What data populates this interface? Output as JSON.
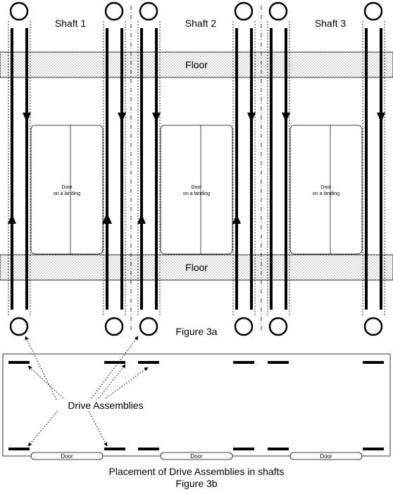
{
  "figure3a": {
    "shafts": [
      {
        "label": "Shaft 1",
        "door_line1": "Door",
        "door_line2": "on a landing"
      },
      {
        "label": "Shaft 2",
        "door_line1": "Door",
        "door_line2": "on a landing"
      },
      {
        "label": "Shaft 3",
        "door_line1": "Door",
        "door_line2": "on a landing"
      }
    ],
    "floor_top": "Floor",
    "floor_bottom": "Floor",
    "caption": "Figure 3a"
  },
  "figure3b": {
    "callout": "Drive Assemblies",
    "doors": [
      "Door",
      "Door",
      "Door"
    ],
    "caption_line1": "Placement of Drive Assemblies in shafts",
    "caption_line2": "Figure 3b"
  }
}
